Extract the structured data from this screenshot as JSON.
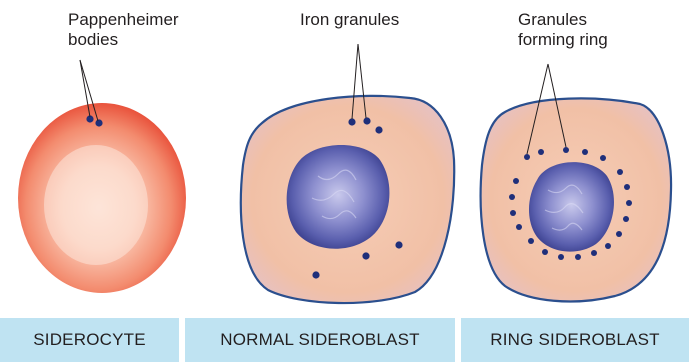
{
  "callouts": {
    "pappenheimer_line1": "Pappenheimer",
    "pappenheimer_line2": "bodies",
    "iron_granules": "Iron granules",
    "granules_ring_line1": "Granules",
    "granules_ring_line2": "forming ring"
  },
  "panels": {
    "siderocyte": "SIDEROCYTE",
    "normal_sideroblast": "NORMAL SIDEROBLAST",
    "ring_sideroblast": "RING SIDEROBLAST"
  },
  "colors": {
    "panel_bg": "#bfe3f2",
    "rbc_red": "#e8412c",
    "cytoplasm": "#f3c2a8",
    "cell_border": "#2b4f8e",
    "nucleus": "#5a5fae",
    "granule": "#1f2f7a"
  }
}
